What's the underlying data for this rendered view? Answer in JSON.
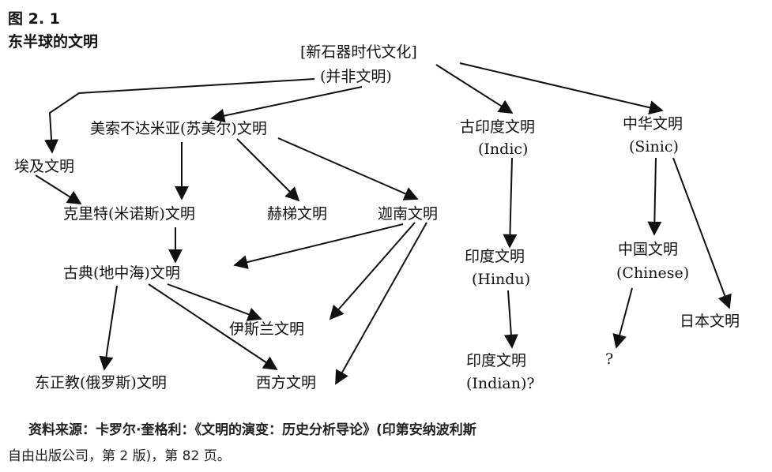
{
  "figure": {
    "label": "图 2. 1",
    "title": "东半球的文明"
  },
  "nodes": {
    "neolithic": "[新石器时代文化]",
    "neolithic_note": "(并非文明)",
    "mesopotamia": "美索不达米亚(苏美尔)文明",
    "egypt": "埃及文明",
    "crete": "克里特(米诺斯)文明",
    "hittite": "赫梯文明",
    "canaan": "迦南文明",
    "classical": "古典(地中海)文明",
    "islamic": "伊斯兰文明",
    "orthodox": "东正教(俄罗斯)文明",
    "western": "西方文明",
    "indic": "古印度文明",
    "indic_en": "(Indic)",
    "hindu": "印度文明",
    "hindu_en": "(Hindu)",
    "indian": "印度文明",
    "indian_en": "(Indian)?",
    "sinic": "中华文明",
    "sinic_en": "(Sinic)",
    "chinese": "中国文明",
    "chinese_en": "(Chinese)",
    "japanese": "日本文明",
    "unknown": "?"
  },
  "source": {
    "line1": "资料来源：卡罗尔·奎格利：《文明的演变：历史分析导论》(印第安纳波利斯",
    "line2": "自由出版公司，第 2 版)，第 82 页。"
  }
}
